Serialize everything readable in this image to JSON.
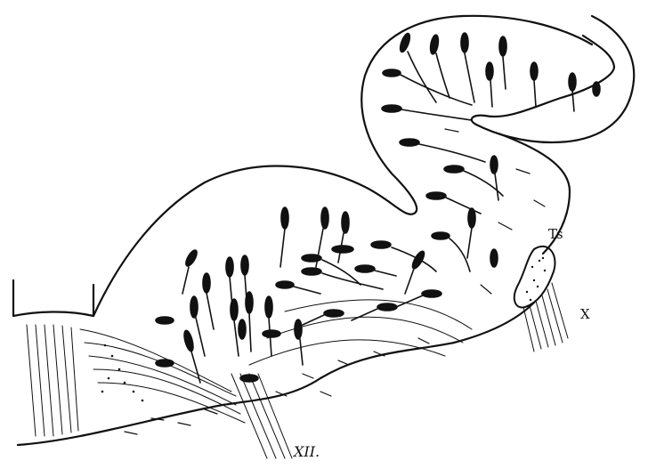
{
  "figure": {
    "labels": {
      "ts": "Ts",
      "x": "X",
      "xii": "XII."
    },
    "ink_color": "#111111",
    "background": "#ffffff"
  }
}
